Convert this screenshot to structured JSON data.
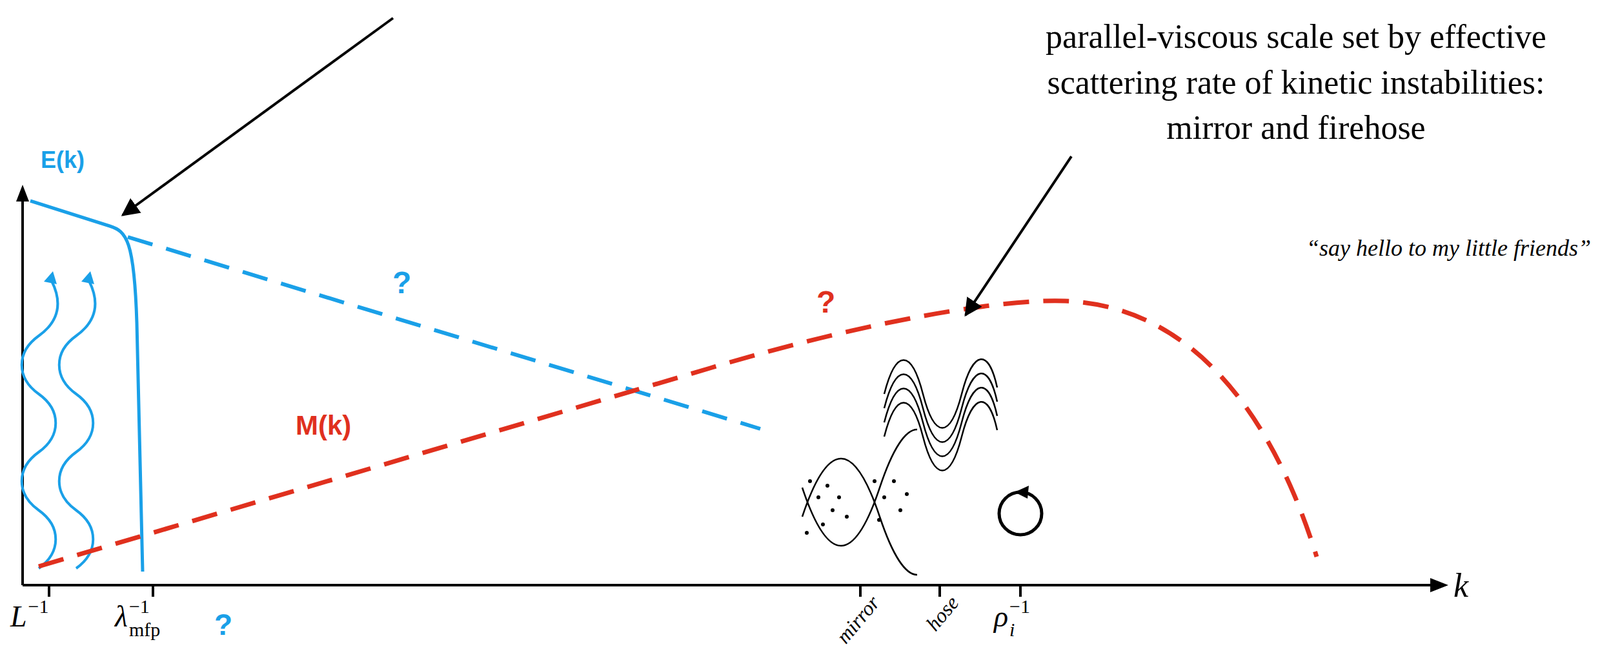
{
  "diagram": {
    "labels": [
      "E(k)",
      "?",
      "?",
      "M(k)",
      "parallel-viscous scale set by effective scattering rate of kinetic instabilities: mirror and firehose",
      "“say hello to my little friends”",
      "k",
      "L",
      "−1",
      "λ",
      "−1",
      "mfp",
      "?",
      "mirror",
      "hose",
      "ρ",
      "i",
      "−1"
    ]
  }
}
